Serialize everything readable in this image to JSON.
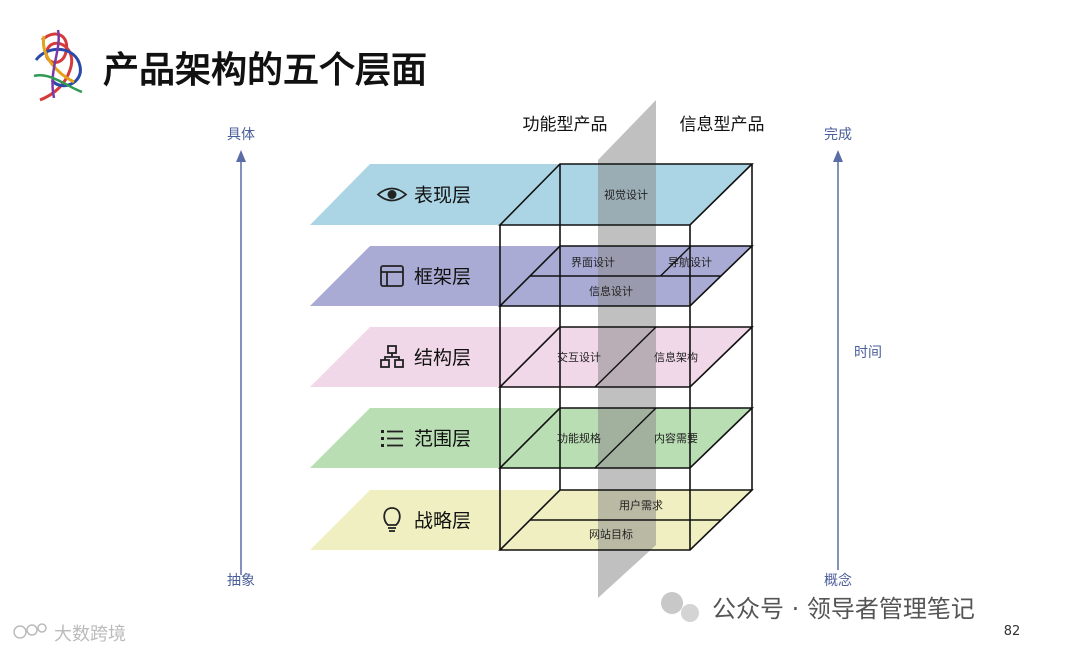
{
  "title": "产品架构的五个层面",
  "columns": {
    "left": "功能型产品",
    "right": "信息型产品"
  },
  "axes": {
    "left_top": "具体",
    "left_bottom": "抽象",
    "right_top": "完成",
    "right_middle": "时间",
    "right_bottom": "概念",
    "color": "#4a5f9a"
  },
  "layers": [
    {
      "name": "表现层",
      "icon": "eye-icon",
      "color": "#a6d3e3",
      "cells": [
        "视觉设计"
      ]
    },
    {
      "name": "框架层",
      "icon": "window-icon",
      "color": "#a4a6d2",
      "cells": [
        "界面设计",
        "导航设计",
        "信息设计"
      ]
    },
    {
      "name": "结构层",
      "icon": "sitemap-icon",
      "color": "#f0d6e8",
      "cells": [
        "交互设计",
        "信息架构"
      ]
    },
    {
      "name": "范围层",
      "icon": "list-icon",
      "color": "#b6dcb0",
      "cells": [
        "功能规格",
        "内容需要"
      ]
    },
    {
      "name": "战略层",
      "icon": "lightbulb-icon",
      "color": "#efeebe",
      "cells": [
        "用户需求",
        "网站目标"
      ]
    }
  ],
  "watermark_left": "大数跨境",
  "watermark_right": "公众号 · 领导者管理笔记",
  "page_number": "82"
}
